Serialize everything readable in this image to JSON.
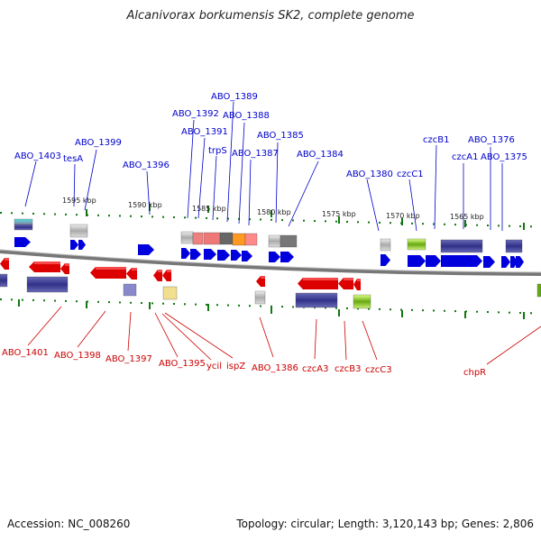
{
  "title": "Alcanivorax borkumensis SK2, complete genome",
  "footer": {
    "accession": "Accession: NC_008260",
    "stats": "Topology: circular; Length: 3,120,143 bp; Genes: 2,806"
  },
  "colors": {
    "forward_strand": "#0000dd",
    "reverse_strand": "#dd0000",
    "forward_label": "#0000cc",
    "reverse_label": "#cc0000",
    "backbone": "#777777",
    "tick": "#117711"
  },
  "kbp_ticks": [
    {
      "label": "1595 kbp"
    },
    {
      "label": "1590 kbp"
    },
    {
      "label": "1585 kbp"
    },
    {
      "label": "1580 kbp"
    },
    {
      "label": "1575 kbp"
    },
    {
      "label": "1570 kbp"
    },
    {
      "label": "1565 kbp"
    }
  ],
  "forward_labels": [
    "ABO_1403",
    "tesA",
    "ABO_1399",
    "ABO_1396",
    "ABO_1392",
    "ABO_1391",
    "ABO_1389",
    "ABO_1388",
    "trpS",
    "ABO_1387",
    "ABO_1385",
    "ABO_1384",
    "ABO_1380",
    "czcC1",
    "czcB1",
    "czcA1",
    "ABO_1376",
    "ABO_1375"
  ],
  "reverse_labels": [
    "ABO_1401",
    "ABO_1398",
    "ABO_1397",
    "ABO_1395",
    "ycil",
    "ispZ",
    "ABO_1386",
    "czcA3",
    "czcB3",
    "czcC3",
    "chpR"
  ]
}
